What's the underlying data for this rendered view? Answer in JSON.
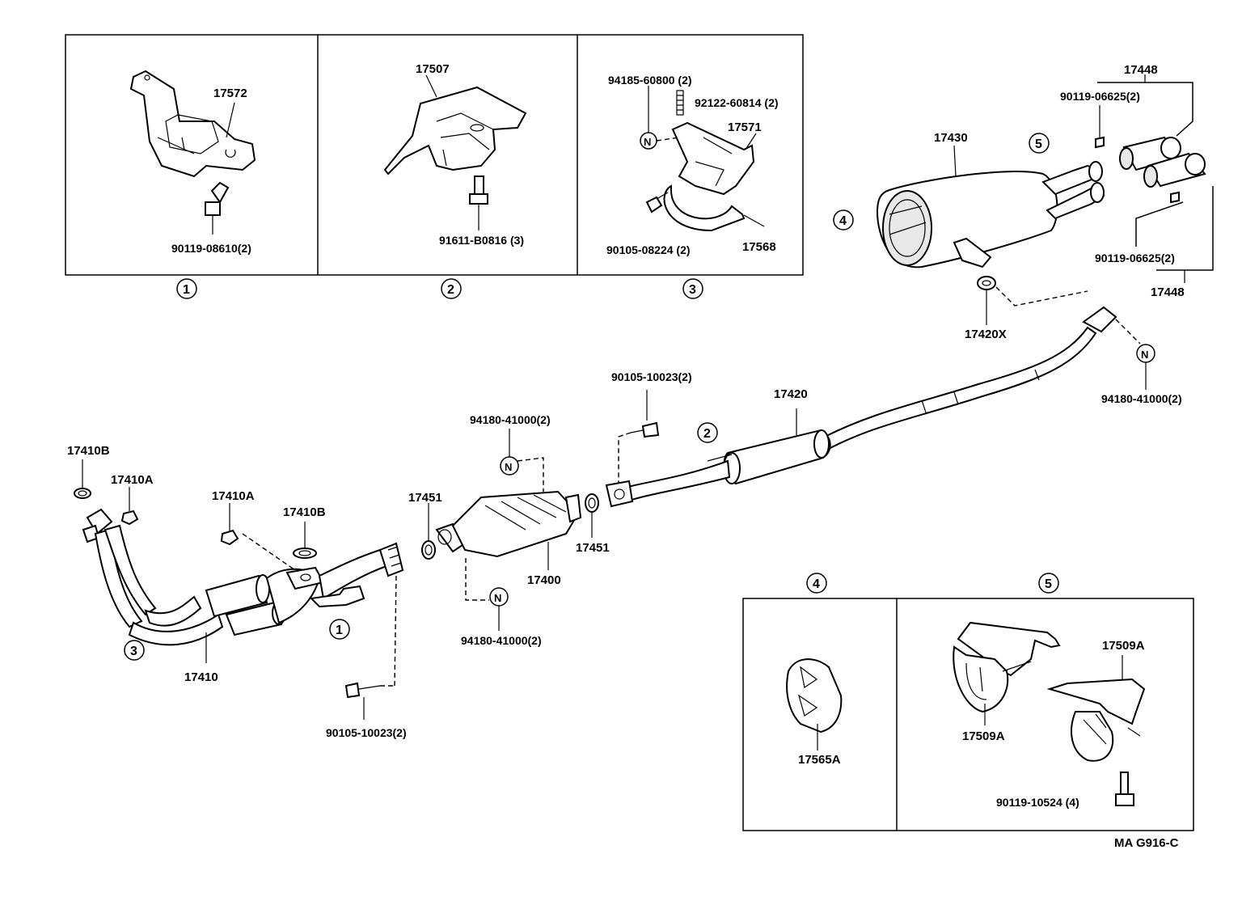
{
  "labels": {
    "p17572": "17572",
    "p90119_08610": "90119-08610(2)",
    "p17507": "17507",
    "p91611_b0816": "91611-B0816 (3)",
    "p94185_60800": "94185-60800 (2)",
    "p92122_60814": "92122-60814 (2)",
    "p17571": "17571",
    "p90105_08224": "90105-08224 (2)",
    "p17568": "17568",
    "p17430": "17430",
    "p17448_top": "17448",
    "p90119_06625_top": "90119-06625(2)",
    "p90119_06625_bot": "90119-06625(2)",
    "p17448_bot": "17448",
    "p17420x": "17420X",
    "p94180_41000_right": "94180-41000(2)",
    "p17420": "17420",
    "p90105_10023_mid": "90105-10023(2)",
    "p94180_41000_top": "94180-41000(2)",
    "p17451_left": "17451",
    "p17451_right": "17451",
    "p17400": "17400",
    "p94180_41000_bot": "94180-41000(2)",
    "p17410b_left": "17410B",
    "p17410a_left": "17410A",
    "p17410a_mid": "17410A",
    "p17410b_mid": "17410B",
    "p17410": "17410",
    "p90105_10023_low": "90105-10023(2)",
    "p17565a": "17565A",
    "p17509a_right": "17509A",
    "p17509a_left": "17509A",
    "p90119_10524": "90119-10524 (4)",
    "code": "MA  G916-C"
  },
  "callouts": {
    "c1": "1",
    "c2": "2",
    "c3": "3",
    "c4": "4",
    "c5": "5",
    "c1_pipe": "1",
    "c2_pipe": "2",
    "c3_pipe": "3",
    "c4_muffler": "4",
    "c5_muffler": "5",
    "nut": "N"
  }
}
